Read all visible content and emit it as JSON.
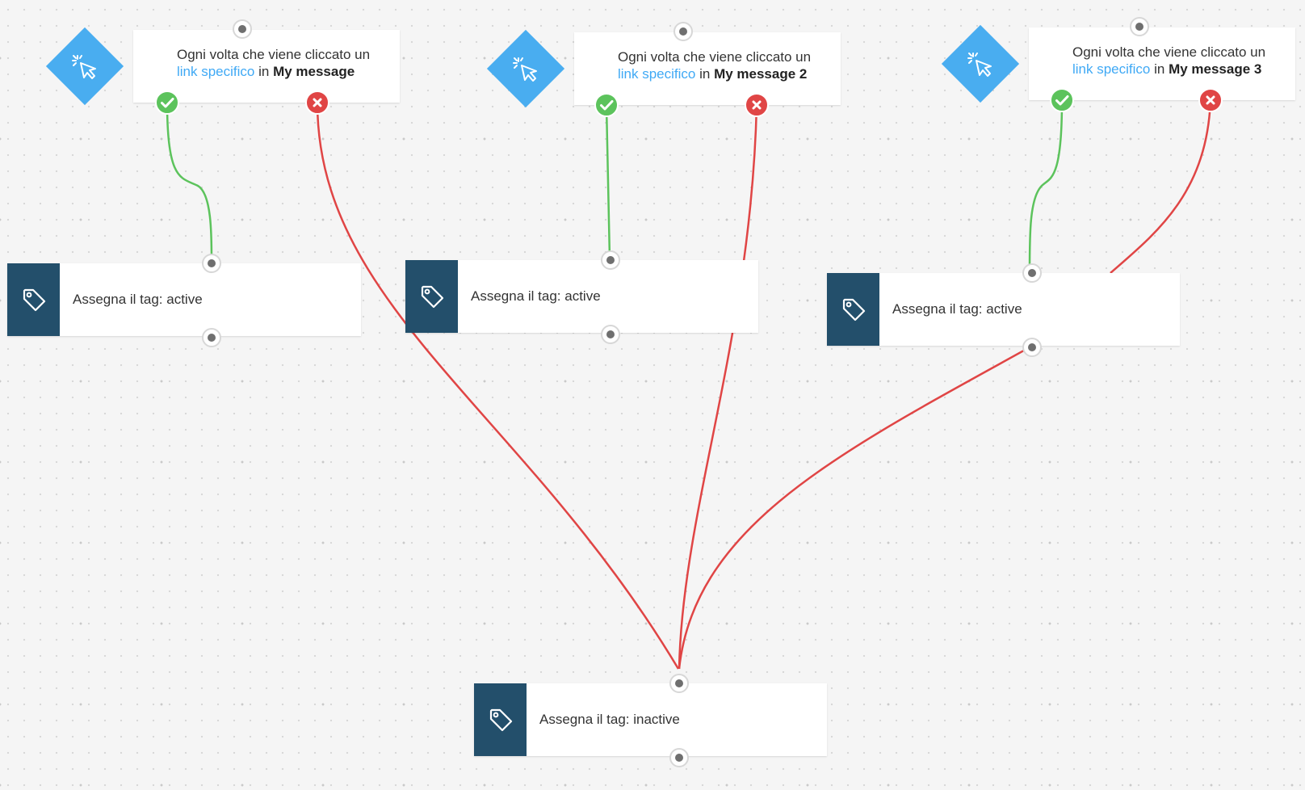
{
  "colors": {
    "trigger_accent": "#49adf0",
    "link_text": "#3fa9f5",
    "action_icon_bg": "#234f6b",
    "yes_connector": "#5cc35c",
    "no_connector": "#e04545"
  },
  "icons": {
    "trigger": "click-pointer-icon",
    "action": "tag-icon",
    "yes": "check-icon",
    "no": "close-icon"
  },
  "triggers": [
    {
      "text_before": "Ogni volta che viene cliccato un ",
      "link_text": "link specifico",
      "text_in": " in ",
      "message": "My message"
    },
    {
      "text_before": "Ogni volta che viene cliccato un ",
      "link_text": "link specifico",
      "text_in": " in ",
      "message": "My message 2"
    },
    {
      "text_before": "Ogni volta che viene cliccato un ",
      "link_text": "link specifico",
      "text_in": " in ",
      "message": "My message 3"
    }
  ],
  "actions": [
    {
      "label": "Assegna il tag: active"
    },
    {
      "label": "Assegna il tag: active"
    },
    {
      "label": "Assegna il tag: active"
    },
    {
      "label": "Assegna il tag: inactive"
    }
  ]
}
